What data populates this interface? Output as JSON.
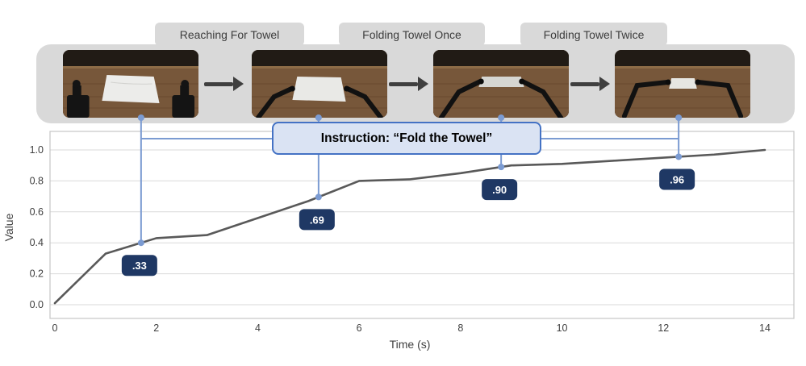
{
  "phases": [
    {
      "label": "Reaching For Towel"
    },
    {
      "label": "Folding Towel Once"
    },
    {
      "label": "Folding Towel Twice"
    }
  ],
  "frames": [
    {
      "alt": "robot-arms-idle-flat-towel"
    },
    {
      "alt": "robot-arms-reaching-for-towel"
    },
    {
      "alt": "robot-arms-folding-towel-once"
    },
    {
      "alt": "robot-arms-folding-towel-twice"
    }
  ],
  "instruction": {
    "text": "Instruction: “Fold the Towel”"
  },
  "chart_data": {
    "type": "line",
    "title": "",
    "xlabel": "Time (s)",
    "ylabel": "Value",
    "xlim": [
      0,
      14
    ],
    "ylim": [
      0.0,
      1.0
    ],
    "xticks": [
      0,
      2,
      4,
      6,
      8,
      10,
      12,
      14
    ],
    "yticks": [
      0.0,
      0.2,
      0.4,
      0.6,
      0.8,
      1.0
    ],
    "grid": true,
    "legend": false,
    "series": [
      {
        "name": "value",
        "color": "#595959",
        "x": [
          0,
          1,
          2,
          3,
          4,
          5,
          6,
          7,
          8,
          9,
          10,
          11,
          12,
          13,
          14
        ],
        "y": [
          0.01,
          0.33,
          0.43,
          0.45,
          0.56,
          0.67,
          0.8,
          0.81,
          0.85,
          0.9,
          0.91,
          0.93,
          0.95,
          0.97,
          1.0
        ]
      }
    ],
    "annotations": [
      {
        "t": 1.7,
        "label": ".33"
      },
      {
        "t": 5.2,
        "label": ".69"
      },
      {
        "t": 8.8,
        "label": ".90"
      },
      {
        "t": 12.3,
        "label": ".96"
      }
    ]
  },
  "colors": {
    "connector": "#7b9bd2",
    "badge_bg": "#1f3864",
    "badge_text": "#ffffff",
    "instruction_border": "#4472c4",
    "instruction_bg": "#dae3f3",
    "band_bg": "#d9d9d9",
    "label_bg": "#d9d9d9",
    "curve": "#595959",
    "grid": "#d9d9d9",
    "plot_border": "#c6c6c6",
    "axis_text": "#404040"
  }
}
